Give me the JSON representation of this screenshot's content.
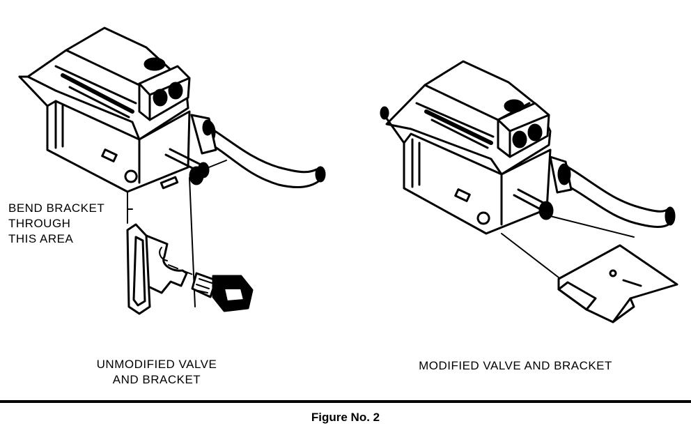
{
  "callout": {
    "line1": "BEND BRACKET",
    "line2": "THROUGH",
    "line3": "THIS AREA"
  },
  "captions": {
    "left_line1": "UNMODIFIED VALVE",
    "left_line2": "AND BRACKET",
    "right": "MODIFIED VALVE AND BRACKET"
  },
  "figure_caption": "Figure No. 2",
  "colors": {
    "ink": "#000000",
    "paper": "#ffffff"
  }
}
